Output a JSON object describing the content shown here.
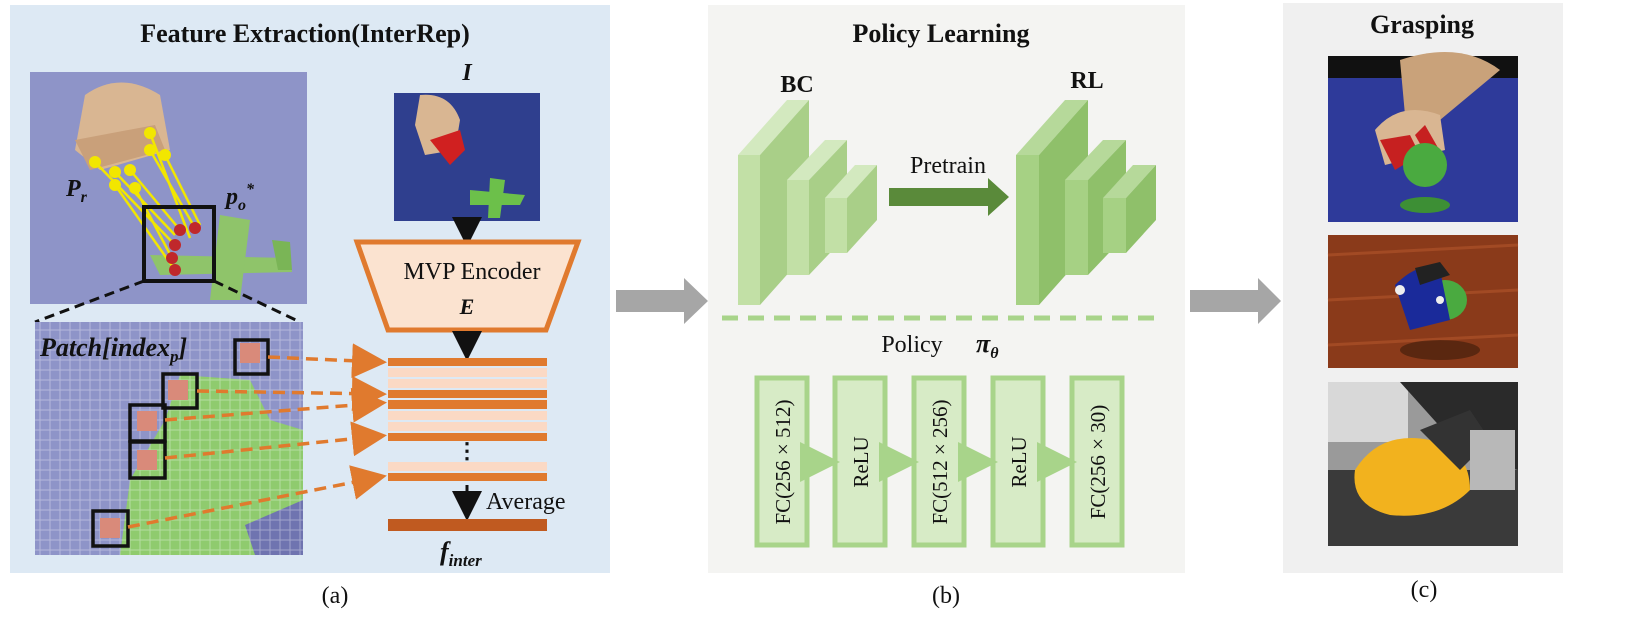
{
  "panel_a": {
    "title": "Feature Extraction(InterRep)",
    "image_label": "I",
    "label_pr": "P",
    "label_pr_sub": "r",
    "label_po": "p",
    "label_po_sub": "o",
    "label_po_sup": "*",
    "patch_label": "Patch[index",
    "patch_label_sub": "p",
    "patch_label_close": "]",
    "encoder_label": "MVP  Encoder",
    "encoder_symbol": "E",
    "ellipsis": "⋮",
    "average_label": "Average",
    "output_label": "f",
    "output_sub": "inter",
    "caption": "(a)"
  },
  "panel_b": {
    "title": "Policy Learning",
    "bc_label": "BC",
    "rl_label": "RL",
    "pretrain_label": "Pretrain",
    "policy_label": "Policy",
    "policy_symbol": "π",
    "policy_symbol_sub": "θ",
    "layers": [
      "FC(256 × 512)",
      "ReLU",
      "FC(512 × 256)",
      "ReLU",
      "FC(256 × 30)"
    ],
    "caption": "(b)"
  },
  "panel_c": {
    "title": "Grasping",
    "caption": "(c)"
  },
  "colors": {
    "panel_a_bg": "#dde9f4",
    "panel_bc_bg": "#f4f4f2",
    "orange": "#e07a2e",
    "orange_light": "#fbd9c4",
    "green_dark": "#5a8a3a",
    "green_light": "#c5e0ae",
    "green_block": "#d7ebc6",
    "gray_arrow": "#a6a6a6"
  }
}
